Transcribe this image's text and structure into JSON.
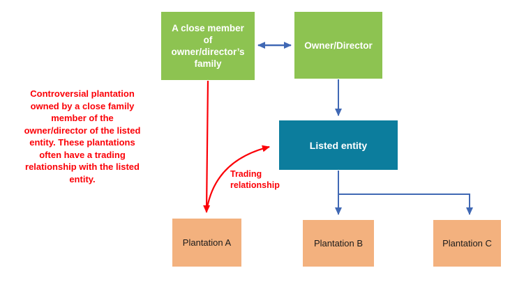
{
  "colors": {
    "node_green": "#8DC351",
    "node_teal": "#0C7D9D",
    "node_orange": "#F3B17E",
    "arrow_blue": "#4068B4",
    "arrow_red": "#FB0007",
    "node_text_light": "#FFFFFF",
    "node_text_dark": "#1A1A1A",
    "background": "#FFFFFF"
  },
  "nodes": {
    "family": {
      "label": "A close member\nof\nowner/director’s\nfamily"
    },
    "owner": {
      "label": "Owner/Director"
    },
    "listed": {
      "label": "Listed entity"
    },
    "plantation_a": {
      "label": "Plantation A"
    },
    "plantation_b": {
      "label": "Plantation B"
    },
    "plantation_c": {
      "label": "Plantation C"
    }
  },
  "annotations": {
    "note": "Controversial plantation\nowned by a close family\nmember of the\nowner/director of the listed\nentity. These plantations\noften have a trading\nrelationship with the listed\nentity.",
    "trading_label": "Trading\nrelationship"
  },
  "edges": [
    {
      "from": "family",
      "to": "owner",
      "type": "double-arrow",
      "color": "blue"
    },
    {
      "from": "owner",
      "to": "listed",
      "type": "arrow",
      "color": "blue"
    },
    {
      "from": "listed",
      "to": "plantation_b",
      "type": "arrow",
      "color": "blue"
    },
    {
      "from": "listed",
      "to": "plantation_c",
      "type": "elbow-arrow",
      "color": "blue"
    },
    {
      "from": "family",
      "to": "plantation_a",
      "type": "arrow",
      "color": "red"
    },
    {
      "from": "plantation_a",
      "to": "listed",
      "type": "curved-arrow",
      "color": "red",
      "label": "Trading relationship"
    }
  ]
}
